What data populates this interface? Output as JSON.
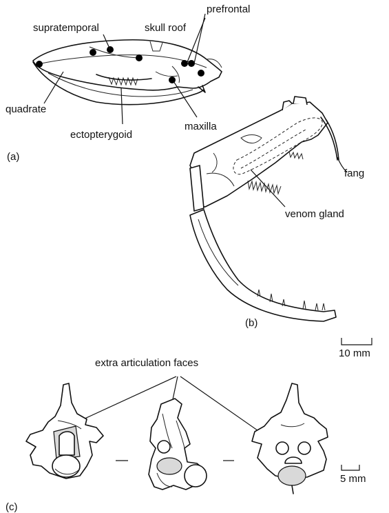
{
  "panel_a": {
    "tag": "(a)",
    "labels": {
      "supratemporal": "supratemporal",
      "skull_roof": "skull roof",
      "prefrontal": "prefrontal",
      "quadrate": "quadrate",
      "ectopterygoid": "ectopterygoid",
      "maxilla": "maxilla"
    }
  },
  "panel_b": {
    "tag": "(b)",
    "labels": {
      "fang": "fang",
      "venom_gland": "venom gland"
    },
    "scale": "10 mm"
  },
  "panel_c": {
    "tag": "(c)",
    "labels": {
      "extra_articulation_faces": "extra articulation faces"
    },
    "scale": "5 mm"
  }
}
